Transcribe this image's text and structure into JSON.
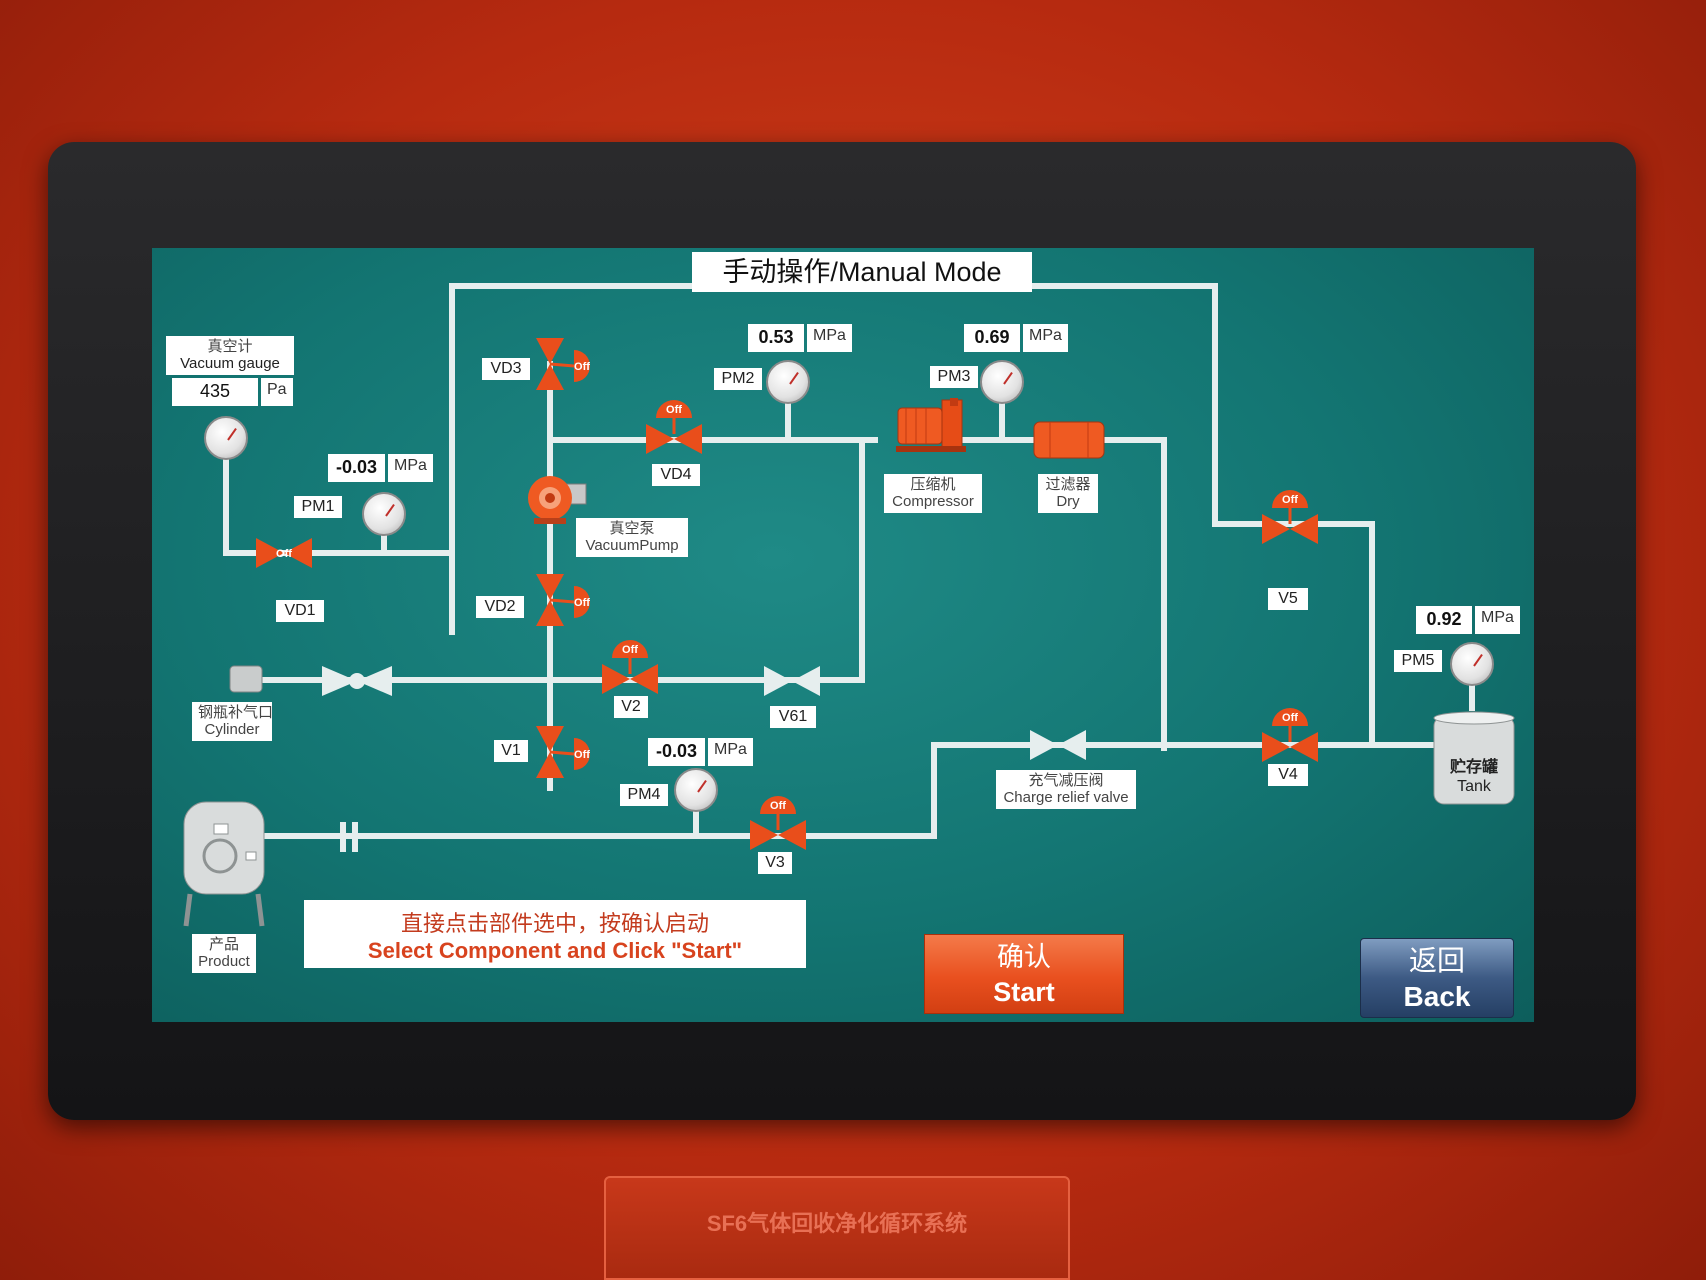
{
  "title": "手动操作/Manual Mode",
  "vacuum_gauge": {
    "label_cn": "真空计",
    "label_en": "Vacuum gauge",
    "value": "435",
    "unit": "Pa"
  },
  "pm1": {
    "label": "PM1",
    "value": "-0.03",
    "unit": "MPa"
  },
  "pm2": {
    "label": "PM2",
    "value": "0.53",
    "unit": "MPa"
  },
  "pm3": {
    "label": "PM3",
    "value": "0.69",
    "unit": "MPa"
  },
  "pm4": {
    "label": "PM4",
    "value": "-0.03",
    "unit": "MPa"
  },
  "pm5": {
    "label": "PM5",
    "value": "0.92",
    "unit": "MPa"
  },
  "valves": {
    "vd1": "VD1",
    "vd2": "VD2",
    "vd3": "VD3",
    "vd4": "VD4",
    "v1": "V1",
    "v2": "V2",
    "v3": "V3",
    "v4": "V4",
    "v5": "V5",
    "v61": "V61"
  },
  "off_text": "Off",
  "vacuum_pump": {
    "label_cn": "真空泵",
    "label_en": "VacuumPump"
  },
  "compressor": {
    "label_cn": "压缩机",
    "label_en": "Compressor"
  },
  "dryer": {
    "label_cn": "过滤器",
    "label_en": "Dry"
  },
  "cylinder": {
    "label_cn": "钢瓶补气口",
    "label_en": "Cylinder"
  },
  "product": {
    "label_cn": "产品",
    "label_en": "Product"
  },
  "tank": {
    "label_cn": "贮存罐",
    "label_en": "Tank"
  },
  "charge_relief": {
    "label_cn": "充气减压阀",
    "label_en": "Charge relief valve"
  },
  "hint": {
    "cn": "直接点击部件选中，按确认启动",
    "en": "Select Component and Click \"Start\""
  },
  "start_button": {
    "cn": "确认",
    "en": "Start"
  },
  "back_button": {
    "cn": "返回",
    "en": "Back"
  },
  "plate_text": "SF6气体回收净化循环系统",
  "colors": {
    "screen_bg": "#137572",
    "valve": "#e94e1b",
    "pipe": "#e6eeee",
    "start": "#e9501f",
    "back": "#3d5a84"
  }
}
